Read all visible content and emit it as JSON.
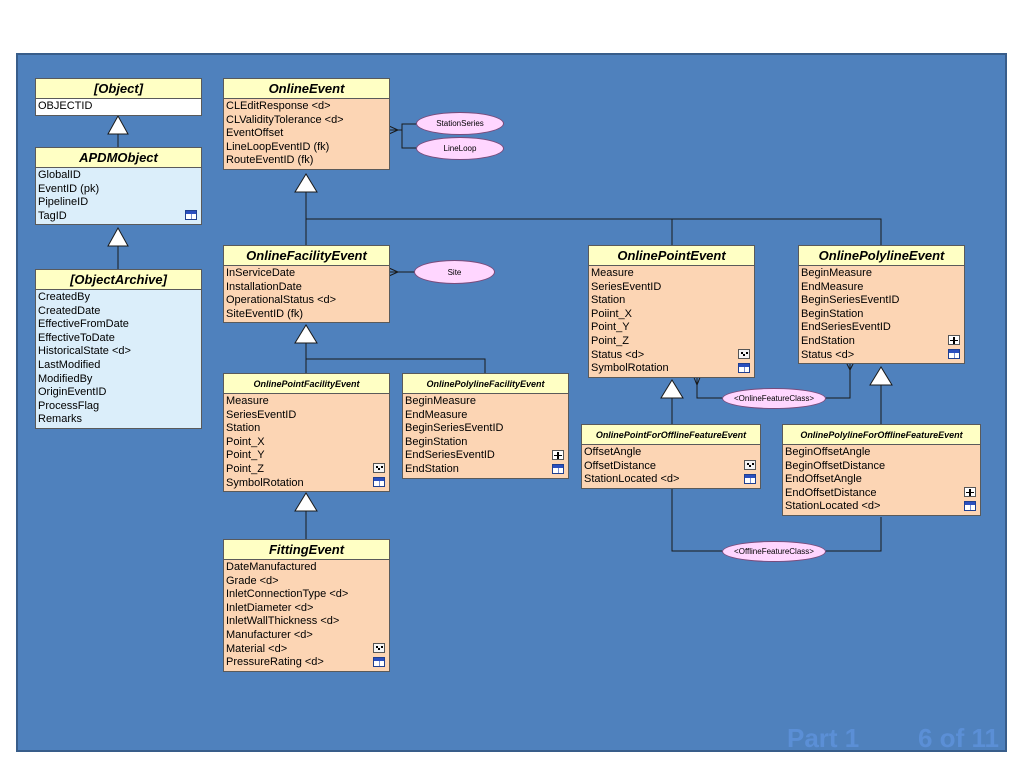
{
  "classes": {
    "object": {
      "title": "[Object]",
      "attrs": [
        "OBJECTID"
      ]
    },
    "apdm_object": {
      "title": "APDMObject",
      "attrs": [
        "GlobalID",
        "EventID (pk)",
        "PipelineID",
        "TagID"
      ]
    },
    "object_archive": {
      "title": "[ObjectArchive]",
      "attrs": [
        "CreatedBy",
        "CreatedDate",
        "EffectiveFromDate",
        "EffectiveToDate",
        "HistoricalState <d>",
        "LastModified",
        "ModifiedBy",
        "OriginEventID",
        "ProcessFlag",
        "Remarks"
      ]
    },
    "online_event": {
      "title": "OnlineEvent",
      "attrs": [
        "CLEditResponse <d>",
        "CLValidityTolerance <d>",
        "EventOffset",
        "LineLoopEventID (fk)",
        "RouteEventID (fk)"
      ]
    },
    "online_facility_event": {
      "title": "OnlineFacilityEvent",
      "attrs": [
        "InServiceDate",
        "InstallationDate",
        "OperationalStatus <d>",
        "SiteEventID (fk)"
      ]
    },
    "online_point_facility_event": {
      "title": "OnlinePointFacilityEvent",
      "attrs": [
        "Measure",
        "SeriesEventID",
        "Station",
        "Point_X",
        "Point_Y",
        "Point_Z",
        "SymbolRotation"
      ]
    },
    "online_polyline_facility_event": {
      "title": "OnlinePolylineFacilityEvent",
      "attrs": [
        "BeginMeasure",
        "EndMeasure",
        "BeginSeriesEventID",
        "BeginStation",
        "EndSeriesEventID",
        "EndStation"
      ]
    },
    "fitting_event": {
      "title": "FittingEvent",
      "attrs": [
        "DateManufactured",
        "Grade <d>",
        "InletConnectionType <d>",
        "InletDiameter <d>",
        "InletWallThickness <d>",
        "Manufacturer <d>",
        "Material <d>",
        "PressureRating <d>"
      ]
    },
    "online_point_event": {
      "title": "OnlinePointEvent",
      "attrs": [
        "Measure",
        "SeriesEventID",
        "Station",
        "Poiint_X",
        "Point_Y",
        "Point_Z",
        "Status <d>",
        "SymbolRotation"
      ]
    },
    "online_polyline_event": {
      "title": "OnlinePolylineEvent",
      "attrs": [
        "BeginMeasure",
        "EndMeasure",
        "BeginSeriesEventID",
        "BeginStation",
        "EndSeriesEventID",
        "EndStation",
        "Status <d>"
      ]
    },
    "online_point_for_offline": {
      "title": "OnlinePointForOfflineFeatureEvent",
      "attrs": [
        "OffsetAngle",
        "OffsetDistance",
        "StationLocated <d>"
      ]
    },
    "online_polyline_for_offline": {
      "title": "OnlinePolylineForOfflineFeatureEvent",
      "attrs": [
        "BeginOffsetAngle",
        "BeginOffsetDistance",
        "EndOffsetAngle",
        "EndOffsetDistance",
        "StationLocated <d>"
      ]
    }
  },
  "ovals": {
    "station_series": "StationSeries",
    "line_loop": "LineLoop",
    "site": "Site",
    "online_feature_class": "<OnlineFeatureClass>",
    "offline_feature_class": "<OfflineFeatureClass>"
  },
  "footer": {
    "part": "Part 1",
    "page": "6 of 11"
  },
  "colors": {
    "background": "#4f81bd",
    "header": "#ffffc4",
    "body_orange": "#fcd5b4",
    "body_blue": "#dbeefa",
    "oval": "#ffd6ff"
  },
  "icons": [
    "dice-icon",
    "table-icon",
    "line-icon"
  ]
}
